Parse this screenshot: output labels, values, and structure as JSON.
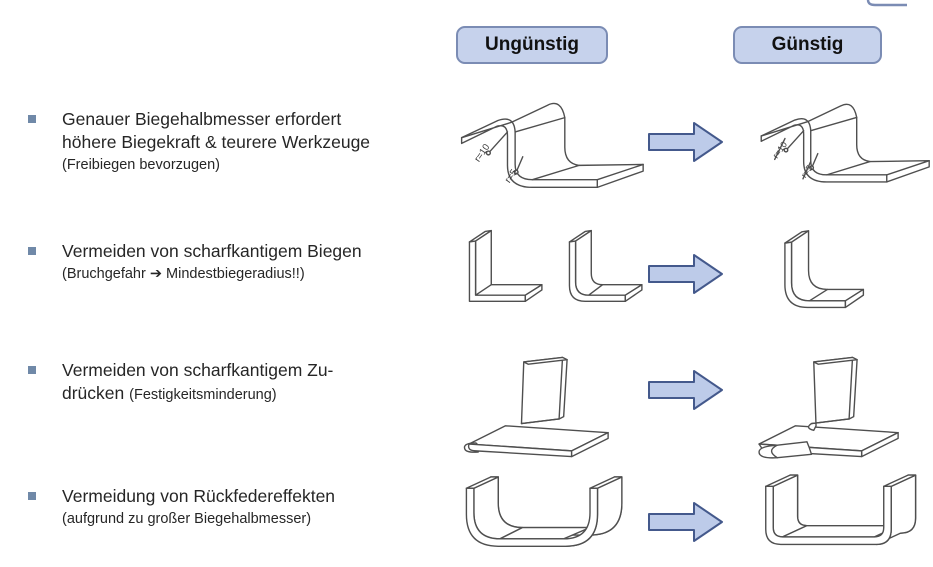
{
  "slide": {
    "kind": "design-guidelines-bending"
  },
  "headers": {
    "unfavorable": "Ungünstig",
    "favorable": "Günstig"
  },
  "bullets": [
    {
      "line1": "Genauer Biegehalbmesser erfordert",
      "line2": "höhere Biegekraft & teurere Werkzeuge",
      "note": "(Freibiegen bevorzugen)"
    },
    {
      "line1": "Vermeiden von scharfkantigem Biegen",
      "note": "(Bruchgefahr ➔ Mindestbiegeradius!!)"
    },
    {
      "line1": "Vermeiden von scharfkantigem Zu-",
      "line2": "drücken",
      "note": "(Festigkeitsminderung)"
    },
    {
      "line1": "Vermeidung von Rückfedereffekten",
      "note": "(aufgrund zu großer Biegehalbmesser)"
    }
  ],
  "figures": {
    "s_bend": {
      "r10_label": "r=10",
      "r5_label": "r=5"
    }
  },
  "colors": {
    "header_fill": "#c6d2ec",
    "header_border": "#7b8cb4",
    "arrow_fill": "#bdcbe9",
    "arrow_border": "#44598c",
    "bullet_square": "#7089a8",
    "text": "#262626",
    "line_art": "#4f4f4f"
  }
}
